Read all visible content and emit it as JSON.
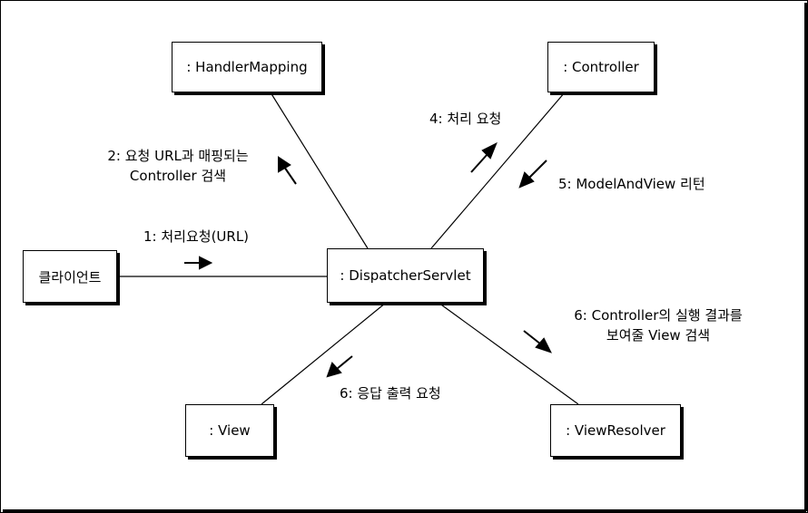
{
  "nodes": {
    "handler_mapping": ": HandlerMapping",
    "controller": ": Controller",
    "client": "클라이언트",
    "dispatcher": ": DispatcherServlet",
    "view": ": View",
    "view_resolver": ": ViewResolver"
  },
  "messages": {
    "m1": "1: 처리요청(URL)",
    "m2_line1": "2: 요청 URL과 매핑되는",
    "m2_line2": "Controller 검색",
    "m4": "4: 처리 요청",
    "m5": "5: ModelAndView 리턴",
    "m6a_line1": "6: Controller의 실행 결과를",
    "m6a_line2": "보여줄 View 검색",
    "m6b": "6: 응답 출력 요청"
  },
  "colors": {
    "line": "#000000",
    "background": "#ffffff"
  }
}
